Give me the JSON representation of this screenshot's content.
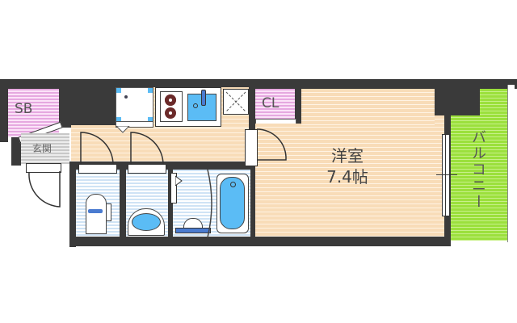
{
  "floorplan": {
    "rooms": {
      "storage_sb": {
        "label": "SB"
      },
      "entrance": {
        "label": "玄関"
      },
      "closet": {
        "label": "CL"
      },
      "western_room": {
        "label": "洋室",
        "size": "7.4帖"
      },
      "balcony": {
        "label": "バルコニー"
      }
    },
    "colors": {
      "wall": "#3a3a3a",
      "floor_wood": "#f8dcb8",
      "storage": "#e6a8e0",
      "entrance": "#c8c8c8",
      "wet_area": "#cfe3f5",
      "balcony": "#9be03c",
      "fixture_blue": "#5bbcf5"
    }
  }
}
